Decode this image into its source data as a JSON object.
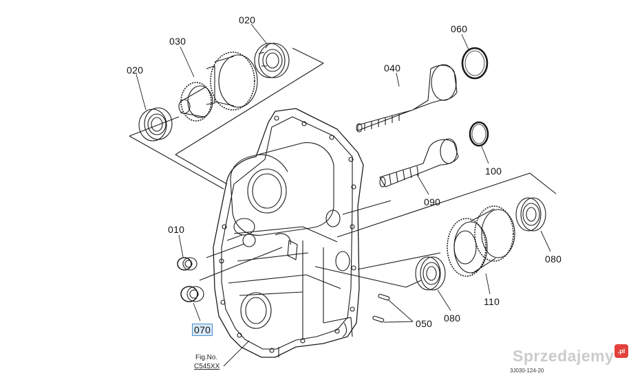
{
  "callouts": {
    "p020_top": "020",
    "p020_left": "020",
    "p030": "030",
    "p060": "060",
    "p040": "040",
    "p100": "100",
    "p090": "090",
    "p010": "010",
    "p080_right": "080",
    "p080_bottom": "080",
    "p110": "110",
    "p050": "050",
    "p070": "070"
  },
  "figure": {
    "label": "Fig.No.",
    "number": "C545XX"
  },
  "reference_code": "3J030-124-20",
  "watermark": {
    "text": "Sprzedajemy",
    "badge": ".pl"
  },
  "colors": {
    "line": "#1a1a1a",
    "selection_fill": "#d6e8f7",
    "selection_border": "#4a8fd0",
    "watermark_badge": "#e2423b"
  }
}
